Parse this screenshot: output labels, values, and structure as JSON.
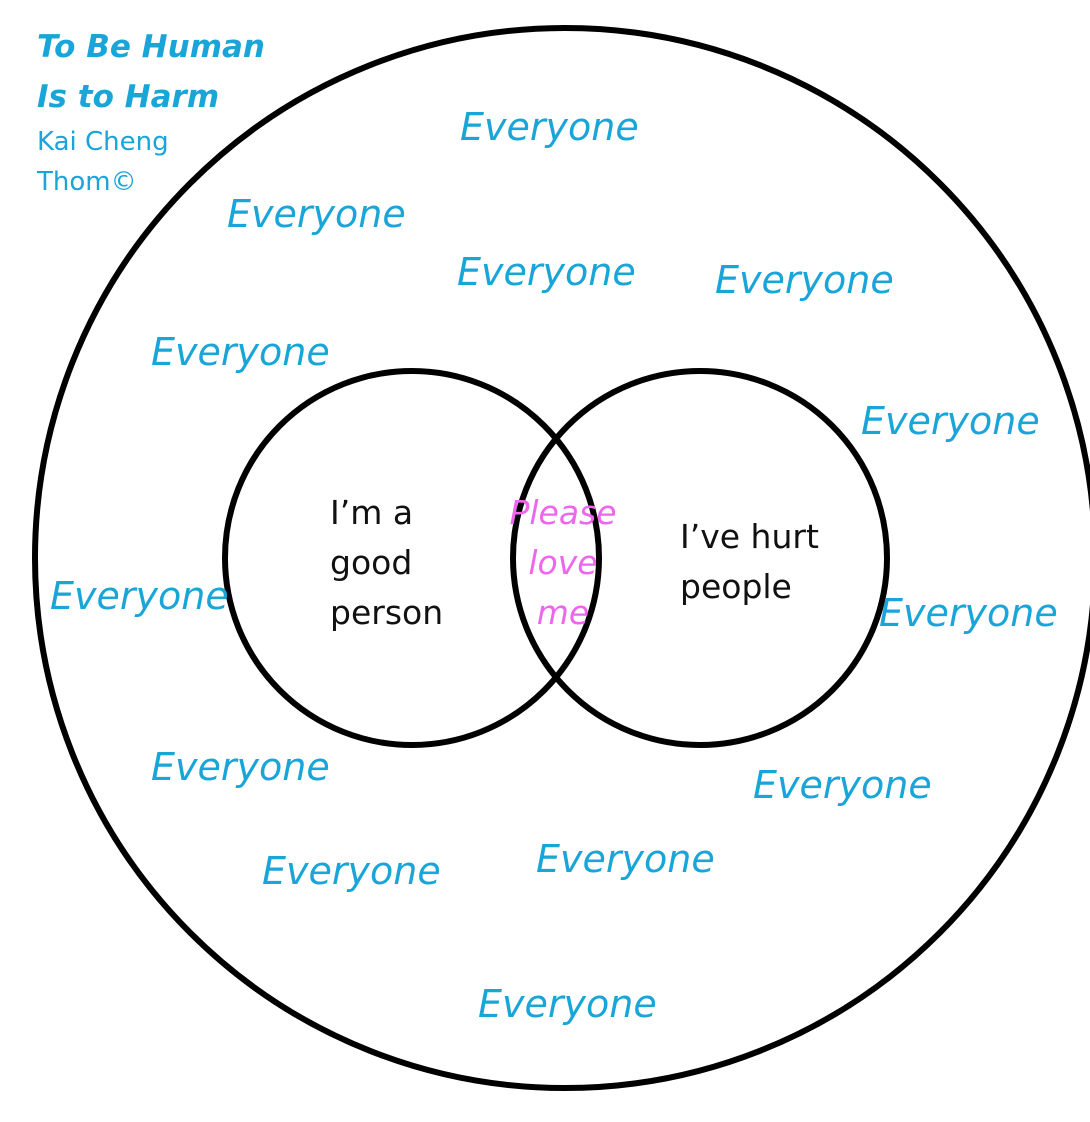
{
  "credit": {
    "title_lines": [
      "To Be Human",
      "Is to Harm"
    ],
    "author_lines": [
      "Kai Cheng",
      "Thom©"
    ]
  },
  "outer_label": "Everyone",
  "left_circle_lines": [
    "I’m a",
    "good",
    "person"
  ],
  "right_circle_lines": [
    "I’ve hurt",
    "people"
  ],
  "overlap_lines": [
    "Please",
    "love",
    "me"
  ],
  "colors": {
    "outer_text": "#1aa5d8",
    "overlap_text": "#ee66ee",
    "circle_stroke": "#000000",
    "inner_text": "#111111"
  }
}
